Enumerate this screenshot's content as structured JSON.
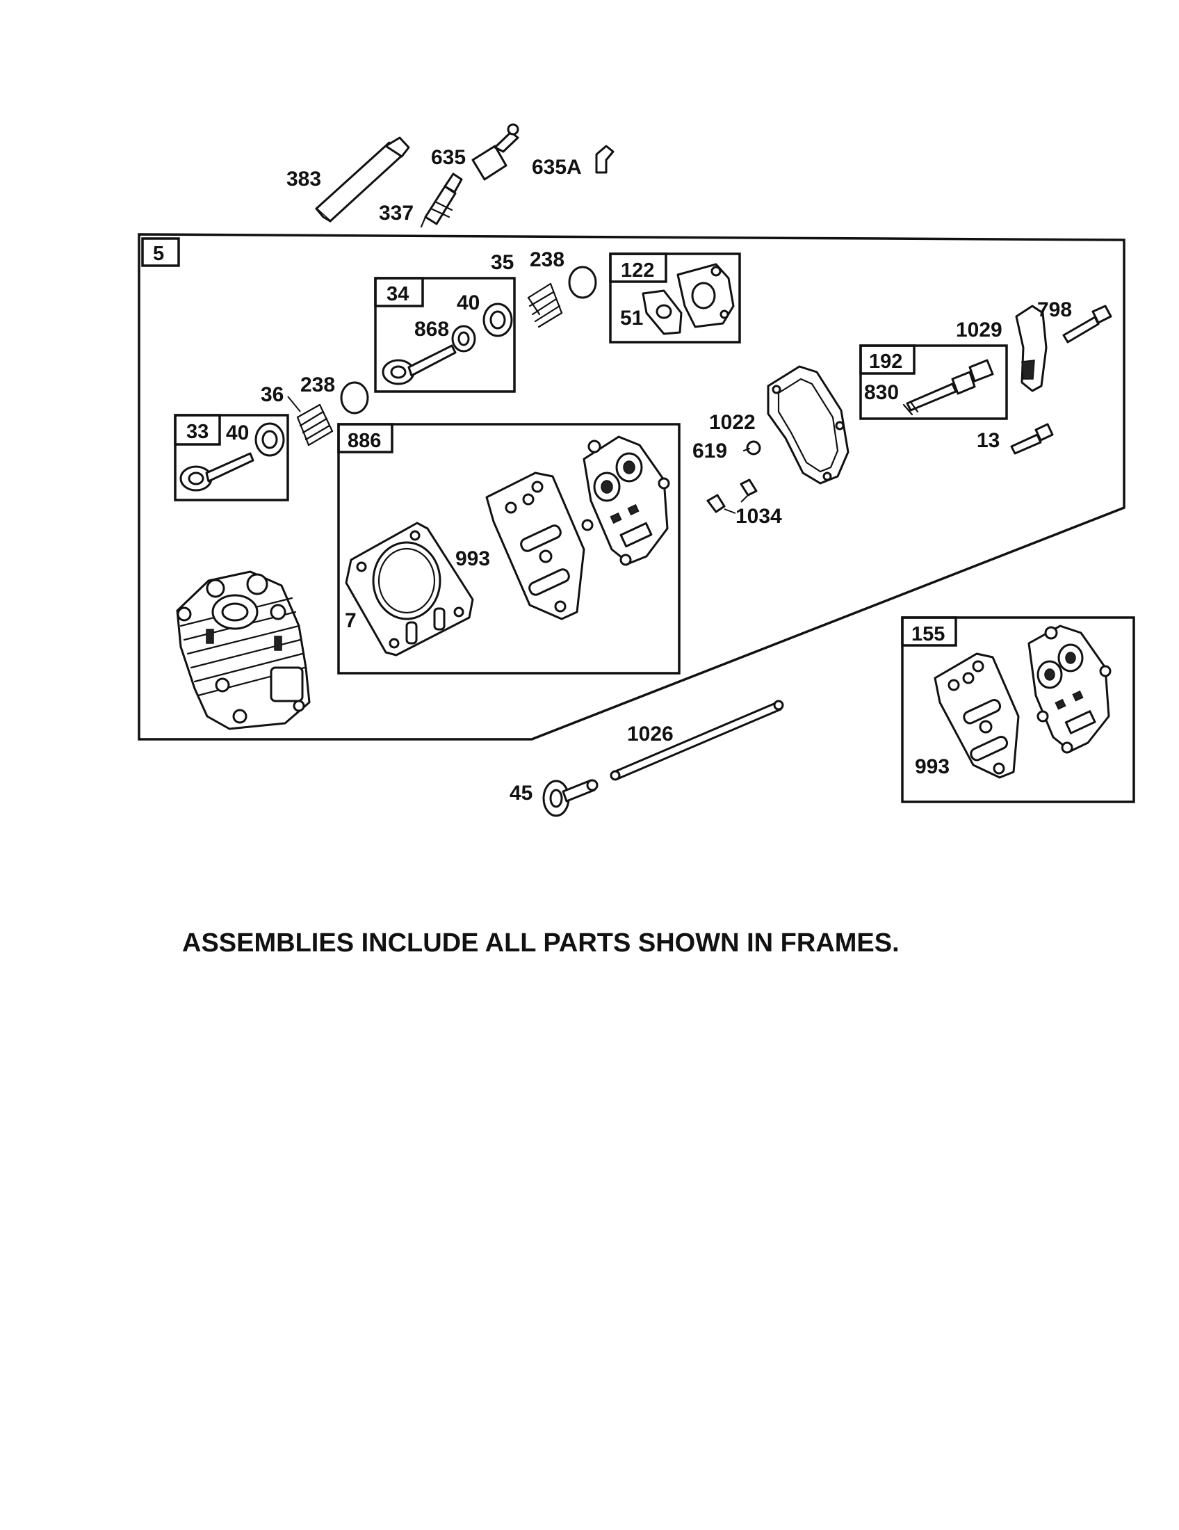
{
  "footnote": "ASSEMBLIES INCLUDE ALL PARTS SHOWN IN FRAMES.",
  "frame_labels": {
    "main": "5",
    "f33": "33",
    "f34": "34",
    "f122": "122",
    "f192": "192",
    "f886": "886",
    "f155": "155"
  },
  "part_labels": {
    "p383": "383",
    "p635": "635",
    "p635A": "635A",
    "p337": "337",
    "p35": "35",
    "p238_top": "238",
    "p40_top": "40",
    "p868": "868",
    "p51": "51",
    "p36": "36",
    "p238_left": "238",
    "p40_left": "40",
    "p1029": "1029",
    "p798": "798",
    "p830": "830",
    "p1022": "1022",
    "p619": "619",
    "p13": "13",
    "p1034": "1034",
    "p993_mid": "993",
    "p7": "7",
    "p1026": "1026",
    "p45": "45",
    "p993_right": "993"
  }
}
